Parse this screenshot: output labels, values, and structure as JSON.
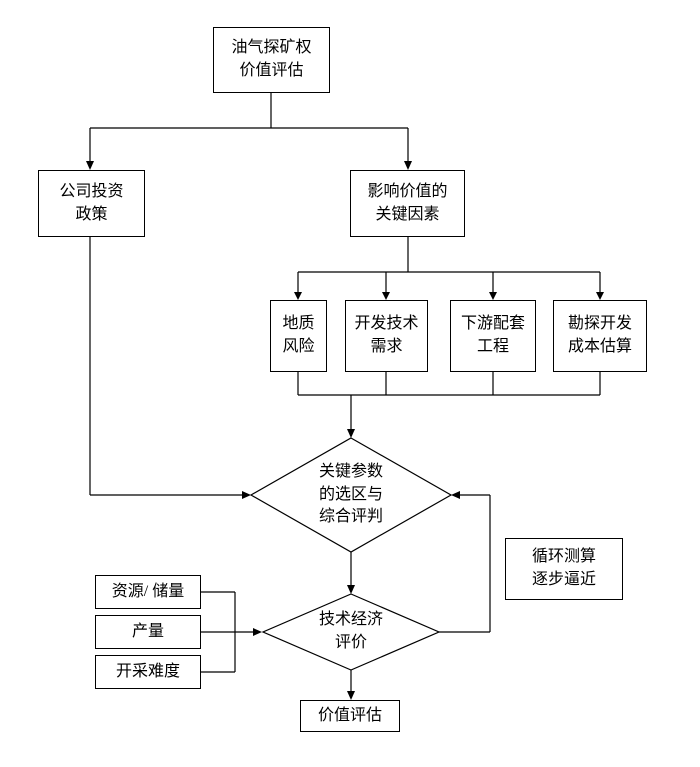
{
  "nodes": {
    "title": "油气探矿权\n价值评估",
    "company_policy": "公司投资\n政策",
    "key_factors": "影响价值的\n关键因素",
    "geological_risk": "地质\n风险",
    "dev_tech_demand": "开发技术\n需求",
    "downstream_eng": "下游配套\n工程",
    "cost_estimate": "勘探开发\n成本估算",
    "param_selection": "关键参数\n的选区与\n综合评判",
    "loop_calc": "循环测算\n逐步逼近",
    "resources_reserves": "资源/ 储量",
    "production": "产量",
    "mining_difficulty": "开采难度",
    "tech_econ_eval": "技术经济\n评价",
    "value_assessment": "价值评估"
  },
  "colors": {
    "line": "#000000",
    "box_border": "#000000",
    "background": "#ffffff",
    "text": "#000000"
  }
}
